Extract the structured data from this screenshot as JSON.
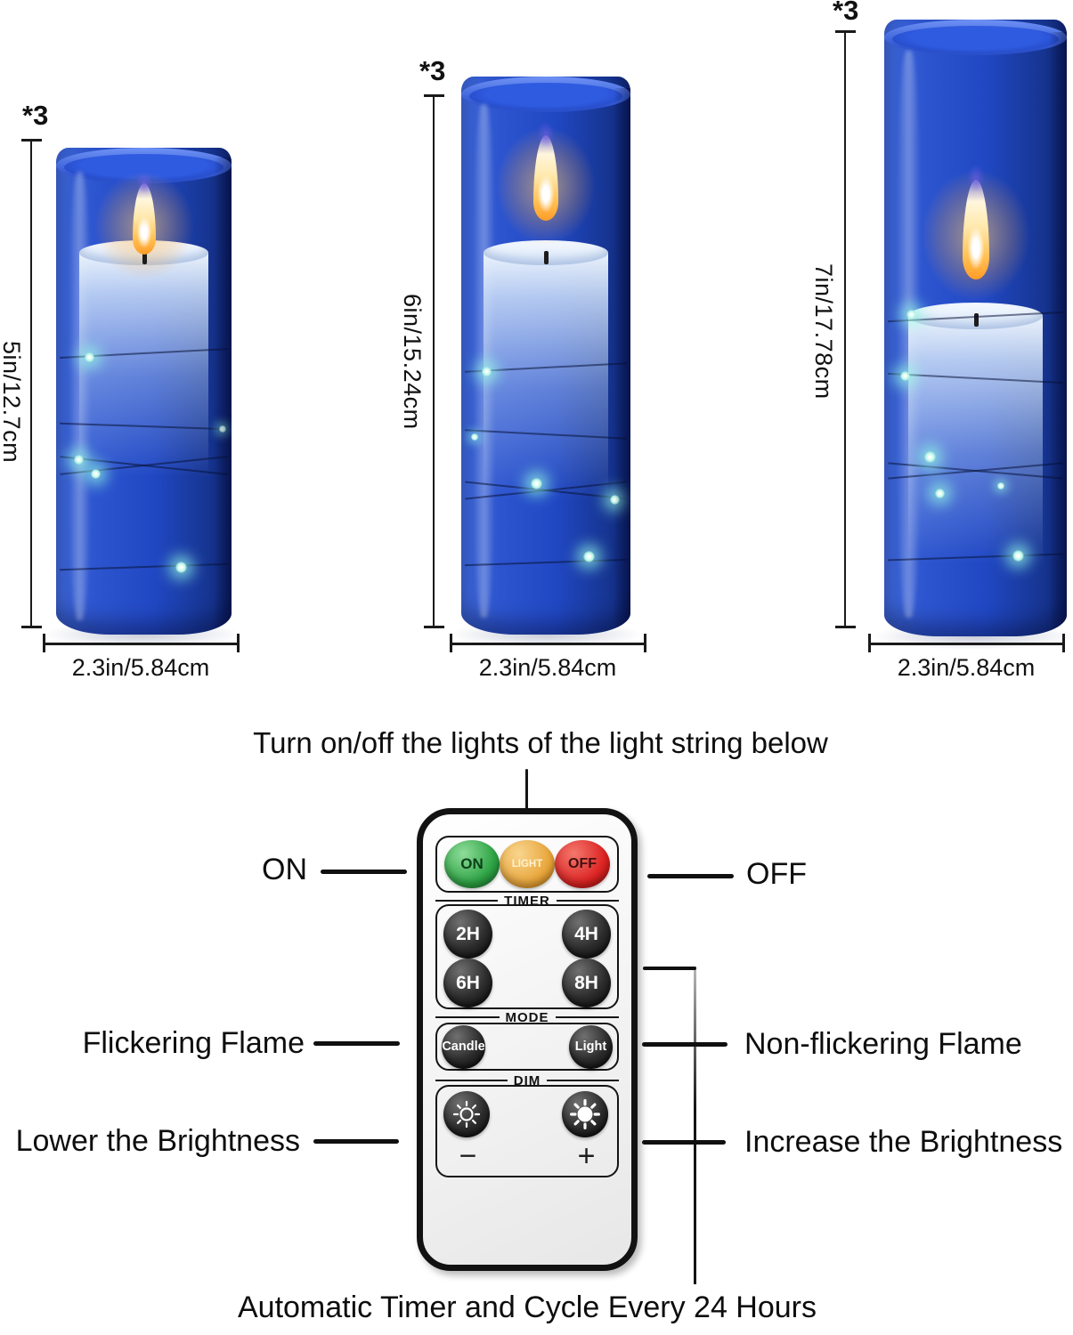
{
  "product": {
    "candles": [
      {
        "qty_label": "*3",
        "height_label": "5in/12.7cm",
        "width_label": "2.3in/5.84cm"
      },
      {
        "qty_label": "*3",
        "height_label": "6in/15.24cm",
        "width_label": "2.3in/5.84cm"
      },
      {
        "qty_label": "*3",
        "height_label": "7in/17.78cm",
        "width_label": "2.3in/5.84cm"
      }
    ]
  },
  "captions": {
    "remote_top": "Turn on/off the lights of the light string below",
    "remote_bottom": "Automatic Timer and Cycle Every 24 Hours"
  },
  "callouts": {
    "on": "ON",
    "off": "OFF",
    "flickering": "Flickering Flame",
    "non_flickering": "Non-flickering Flame",
    "lower": "Lower the Brightness",
    "increase": "Increase the Brightness"
  },
  "remote": {
    "power": {
      "on": "ON",
      "light": "LIGHT",
      "off": "OFF"
    },
    "timer_title": "TIMER",
    "timer": [
      "2H",
      "4H",
      "6H",
      "8H"
    ],
    "mode_title": "MODE",
    "mode": [
      "Candle",
      "Light"
    ],
    "dim_title": "DIM",
    "dim_minus": "−",
    "dim_plus": "+"
  },
  "colors": {
    "glass_blue": "#2148c4",
    "string_light": "#b4f8e6",
    "btn_on_green": "#2da344",
    "btn_light_amber": "#e8a438",
    "btn_off_red": "#dc2322",
    "flame_orange": "#ffb347"
  }
}
